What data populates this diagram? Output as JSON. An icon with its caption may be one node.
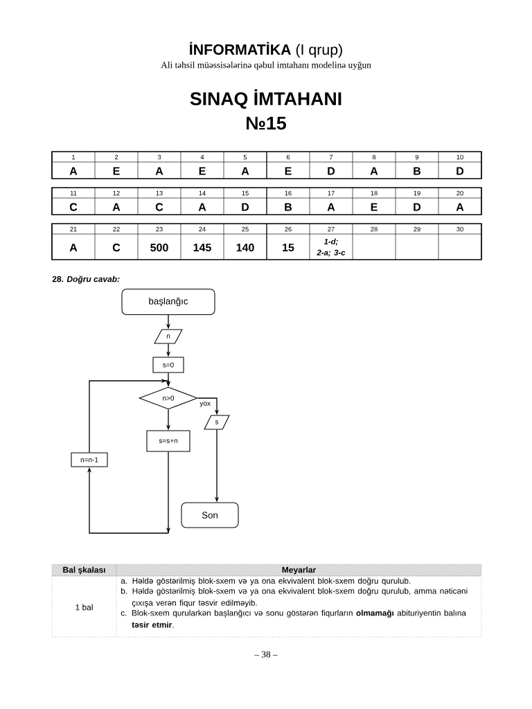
{
  "diagram": {
    "title": "**İNFORMATİKA** (I qrup)",
    "nodes": [
      {
        "text": [
          "başlanğıc"
        ]
      },
      {
        "text": [
          "n"
        ]
      },
      {
        "text": [
          "s=0"
        ]
      },
      {
        "text": [
          "n>0"
        ]
      },
      {
        "text": [
          "s=s+n"
        ]
      },
      {
        "text": [
          "n=n-1"
        ]
      },
      {
        "text": [
          "s"
        ]
      },
      {
        "text": [
          "Son"
        ]
      }
    ],
    "edges": [
      {
        "from": 0,
        "to": 1,
        "arrow": "to"
      },
      {
        "from": 1,
        "to": 2,
        "arrow": "to"
      },
      {
        "from": 2,
        "to": 3,
        "arrow": "to"
      },
      {
        "from": 3,
        "to": 6,
        "arrow": "to",
        "label": "yox"
      },
      {
        "from": 3,
        "to": 4,
        "arrow": "to"
      },
      {
        "from": 4,
        "to": 5,
        "arrow": "to"
      },
      {
        "from": 5,
        "to": 3,
        "arrow": "to"
      },
      {
        "from": 6,
        "to": 7,
        "arrow": "to"
      }
    ],
    "labels": [
      "Ali təhsil müəssisələrinə qəbul imtahanı modelinə uyğun",
      "SINAQ İMTAHANI",
      "№15",
      "1",
      "2",
      "3",
      "4",
      "5",
      "6",
      "7",
      "8",
      "9",
      "10",
      "A",
      "E",
      "A",
      "E",
      "A",
      "E",
      "D",
      "A",
      "B",
      "D",
      "11",
      "12",
      "13",
      "14",
      "15",
      "16",
      "17",
      "18",
      "19",
      "20",
      "C",
      "A",
      "C",
      "A",
      "D",
      "B",
      "A",
      "E",
      "D",
      "A",
      "21",
      "22",
      "23",
      "24",
      "25",
      "26",
      "27",
      "28",
      "29",
      "30",
      "A",
      "C",
      "500",
      "145",
      "140",
      "15",
      "1-d; 2-a; 3-c",
      "28. *Doğru cavab:*",
      "Bal şkalası",
      "Meyarlar",
      "1 bal",
      "a. Həldə göstərilmiş blok-sxem və ya ona ekvivalent blok-sxem doğru qurulub.",
      "b. Həldə göstərilmiş blok-sxem və ya ona ekvivalent blok-sxem doğru qurulub, amma nəticəni çıxışa verən fiqur təsvir edilməyib.",
      "c. Blok-sxem qurularkən başlanğıcı və sonu göstərən fiqurların **olmamağı** abituriyentin balına **təsir etmir**.",
      "– 38 –"
    ]
  }
}
